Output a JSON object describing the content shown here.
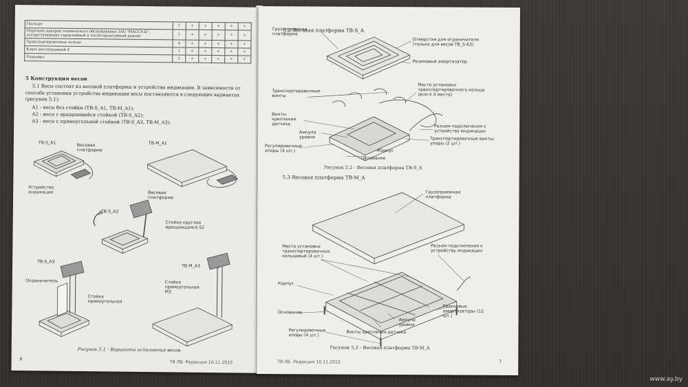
{
  "left_page": {
    "table_rows": [
      {
        "name": "Паспорт",
        "cols": [
          "1",
          "+",
          "+",
          "+",
          "+",
          "+"
        ]
      },
      {
        "name": "Перечень центров технического обслуживания ЗАО \"МАССА-К\", осуществляющих гарантийный и послегарантийный ремонт",
        "cols": [
          "1",
          "+",
          "+",
          "+",
          "+",
          "+"
        ]
      },
      {
        "name": "Транспортировочные кольцо",
        "cols": [
          "4",
          "+",
          "+",
          "+",
          "+",
          "+"
        ]
      },
      {
        "name": "Ключ шестигранный 4",
        "cols": [
          "1",
          "+",
          "+",
          "+",
          "+",
          "+"
        ]
      },
      {
        "name": "Упаковка",
        "cols": [
          "1",
          "+",
          "+",
          "+",
          "+",
          "+"
        ]
      }
    ],
    "section_title": "5 Конструкция весов",
    "para_1": "5.1 Весы состоят из весовой платформы и устройства индикации. В зависимости от способа установки устройства индикации весы поставляются в следующих вариантах (рисунок 5.1):",
    "variants": [
      "А1 - весы без стойки (ТВ-S_A1, ТВ-M_A1);",
      "А2 - весы с вращающейся стойкой (ТВ-S_A2);",
      "А3 - весы с прямоугольной стойкой (ТВ-S_A3, ТВ-M_A3)."
    ],
    "labels": {
      "tvs_a1": "ТВ-S_A1",
      "platform_1": "Весовая платформа",
      "indicator": "Устройство индикации",
      "tvm_a1": "ТВ-M_A1",
      "platform_2": "Весовая платформа",
      "tvs_a2": "ТВ-S_A2",
      "stand_round": "Стойка круглая вращающаяся S2",
      "tvs_a3": "ТВ-S_A3",
      "limiter": "Ограничитель",
      "stand_rect": "Стойка прямоугольная",
      "tvm_a3": "ТВ-M_A3",
      "stand_m3": "Стойка прямоугольная М3"
    },
    "caption": "Рисунок 5.1 - Варианты исполнения весов",
    "page_num": "6",
    "footer": "ТВ ЛБ. Редакция 10.11.2015"
  },
  "right_page": {
    "section_52": "5.2 Весовая платформа ТВ-S_A",
    "labels_52": {
      "cargo_platform": "Грузоприемная платформа",
      "holes": "Отверстия для ограничителя (только для весов ТВ_S-A3)",
      "rubber": "Резиновый амортизатор",
      "transport_screws": "Транспортировочные винты",
      "sensor_screws": "Винты крепления датчика",
      "level": "Ампула уровня",
      "feet": "Регулировочные опоры (4 шт.)",
      "mount_place": "Место установки транспортировочного кольца (всего 4 места)",
      "connector": "Разъем подключения к устройству индикации",
      "transport_screws_2": "Транспортировочные винты-упоры (2 шт.)",
      "body": "Корпус",
      "base": "Основание"
    },
    "caption_52": "Рисунок 5.2 - Весовая платформа ТВ-S_A",
    "section_53": "5.3 Весовая платформа ТВ-M_A",
    "labels_53": {
      "cargo_platform": "Грузоприемная платформа",
      "mount_place": "Место установки транспортировочных кольцовый (4 шт.)",
      "connector": "Разъем подключения к устройству индикации",
      "body": "Корпус",
      "rubber": "Резиновые амортизаторы (12 шт.)",
      "base": "Основание",
      "level": "Ампула уровня",
      "feet": "Регулировочные опоры (4 шт.)",
      "sensor_screws": "Винты крепления датчика"
    },
    "caption_53": "Рисунок 5.3 - Весовая платформа ТВ-M_A",
    "page_num": "7",
    "footer": "ТВ ЛБ. Редакция 10.11.2015"
  },
  "watermark": "www.ay.by"
}
